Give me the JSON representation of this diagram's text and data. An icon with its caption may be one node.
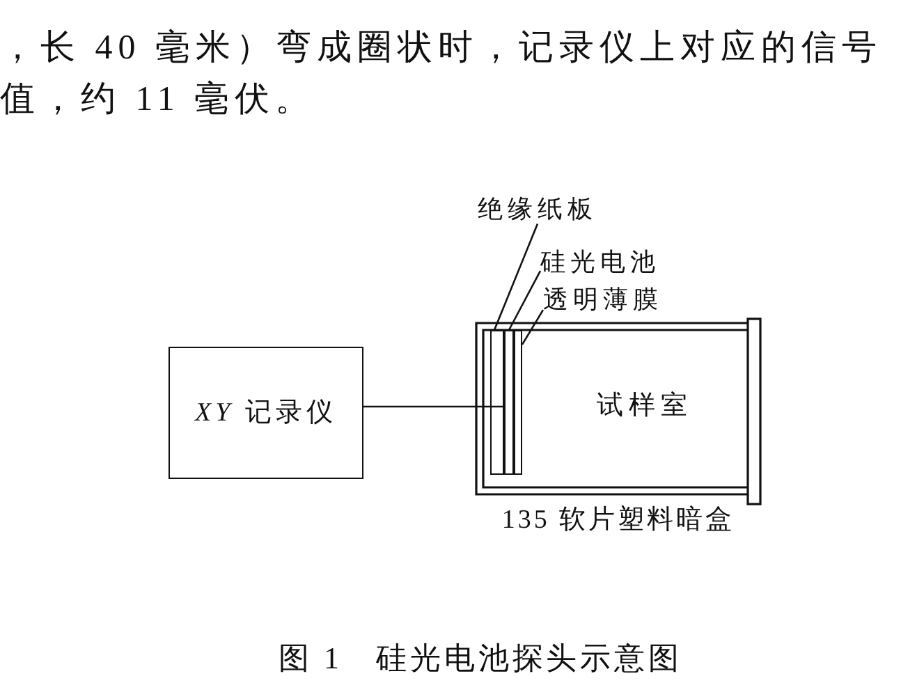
{
  "diagram": {
    "caption": "图 1　硅光电池探头示意图",
    "nodes": [
      {
        "text": [
          "绝缘纸板"
        ]
      },
      {
        "text": [
          "硅光电池"
        ]
      },
      {
        "text": [
          "透明薄膜"
        ]
      },
      {
        "text": [
          "*XY* 记录仪"
        ]
      },
      {
        "text": [
          "试样室",
          "135 软片塑料暗盒"
        ]
      },
      {
        "text": [],
        "shape": "bar",
        "in": 4
      },
      {
        "text": [],
        "shape": "bar",
        "in": 4
      },
      {
        "text": [],
        "shape": "bar",
        "in": 4
      }
    ],
    "edges": [
      {
        "from": 0,
        "to": 5,
        "arrow": "none"
      },
      {
        "from": 1,
        "to": 6,
        "arrow": "none"
      },
      {
        "from": 2,
        "to": 7,
        "arrow": "none"
      },
      {
        "from": 3,
        "to": 6,
        "arrow": "none"
      }
    ],
    "labels": [
      "，长 40 毫米）弯成圈状时，记录仪上对应的信号",
      "值，约 11 毫伏。"
    ]
  }
}
